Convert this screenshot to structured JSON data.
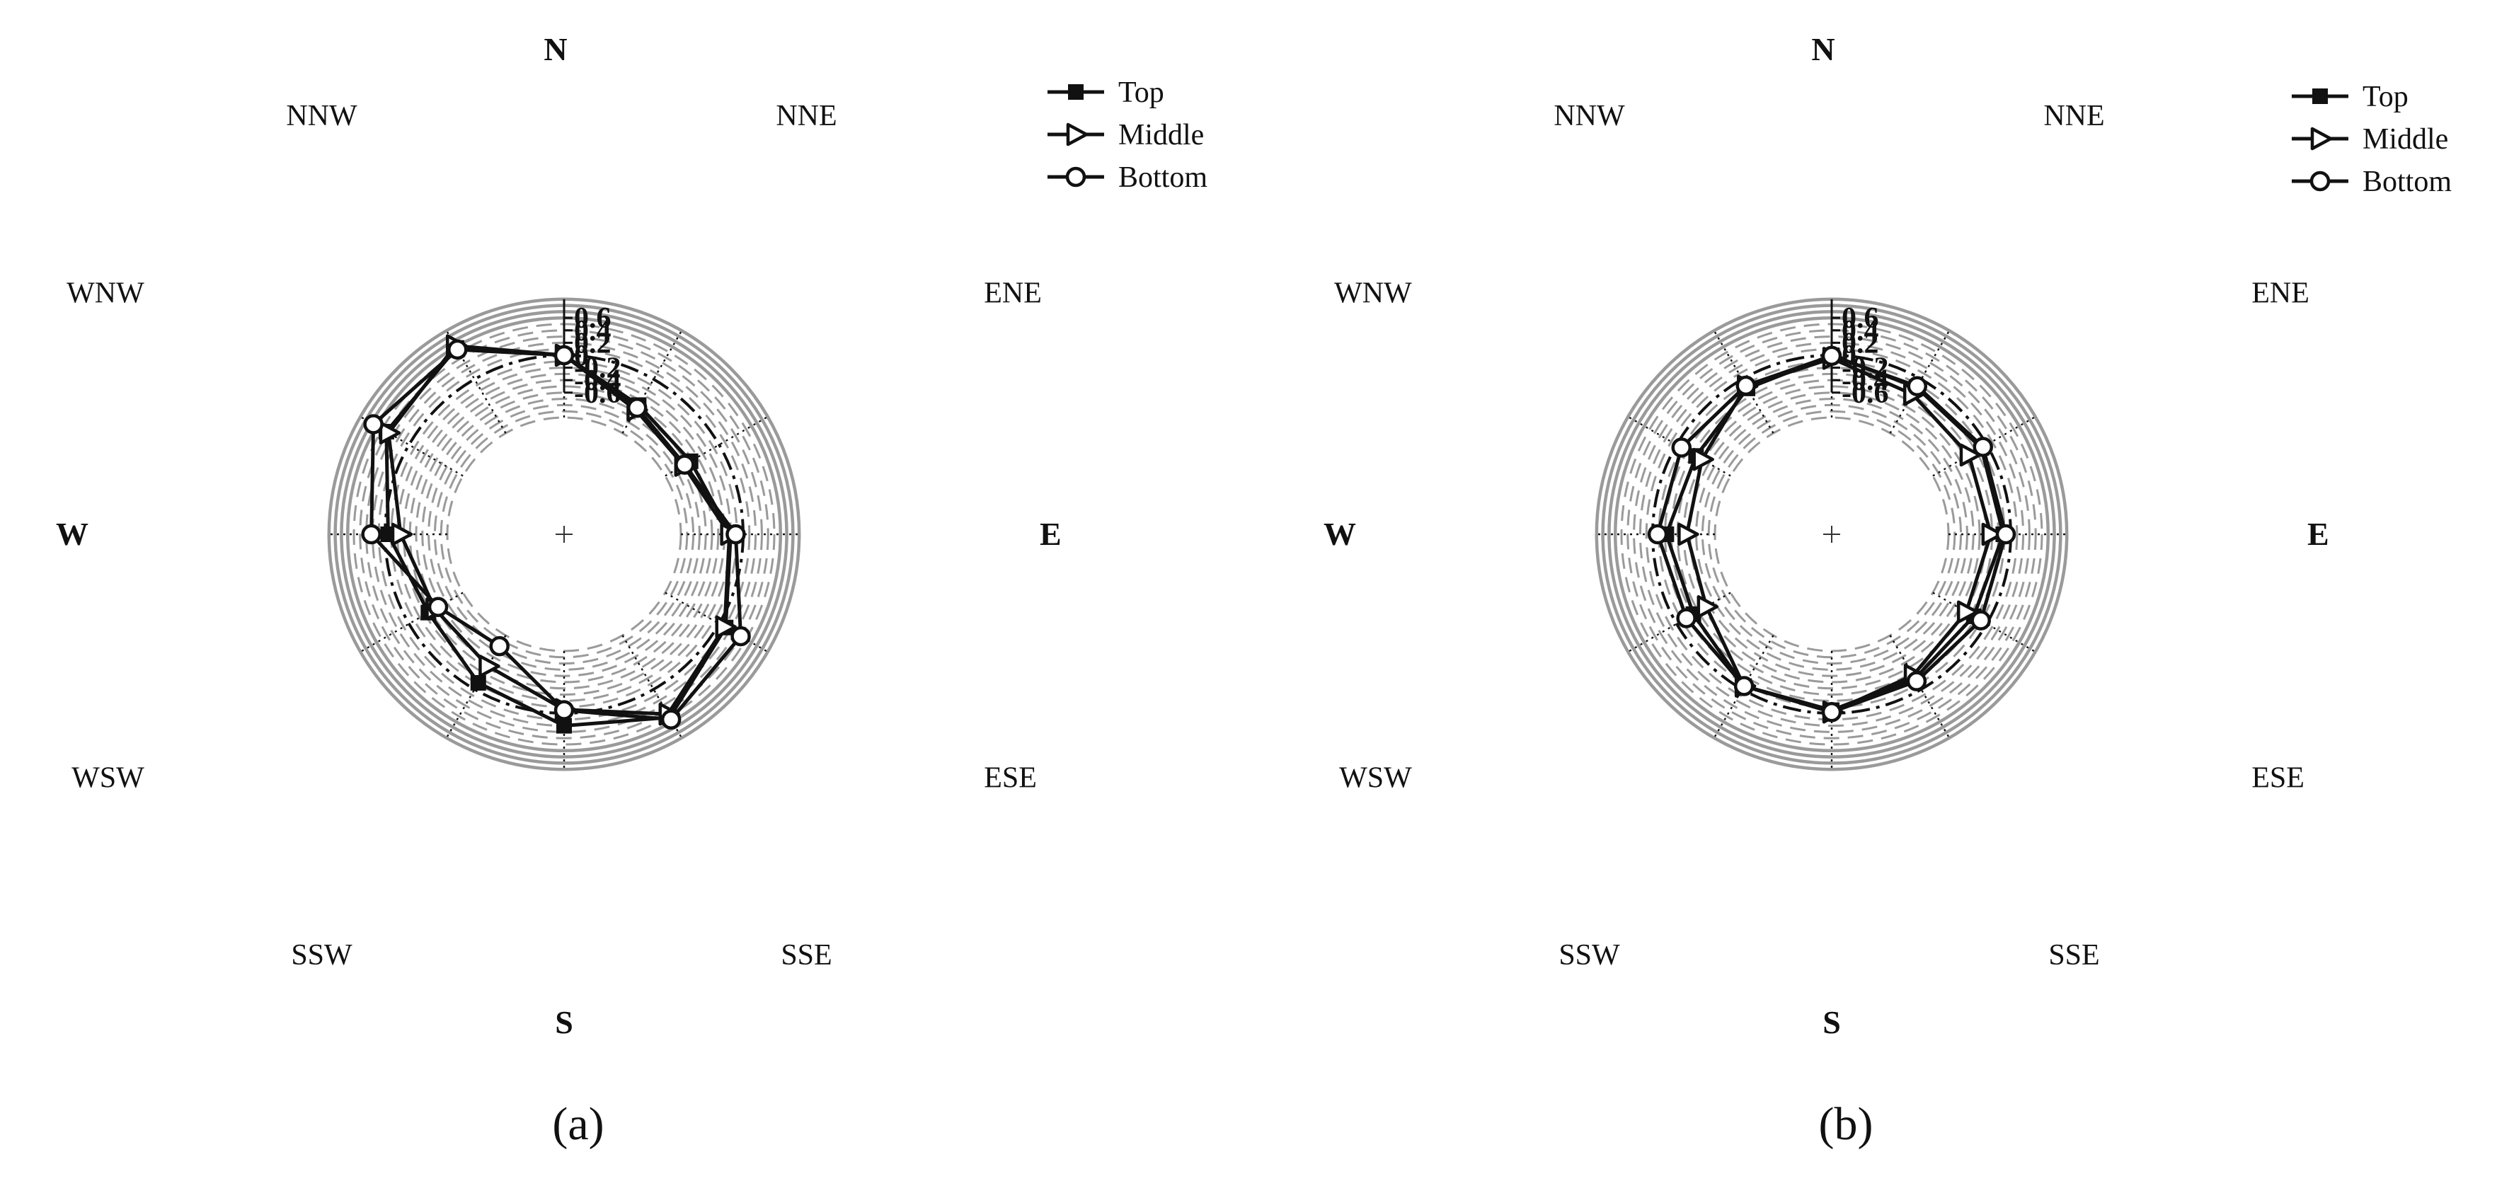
{
  "chart_data": [
    {
      "type": "radar",
      "panel_label": "(a)",
      "directions": [
        "N",
        "NNE",
        "ENE",
        "E",
        "ESE",
        "SSE",
        "S",
        "SSW",
        "WSW",
        "W",
        "WNW",
        "NNW"
      ],
      "angles_deg": [
        0,
        30,
        60,
        90,
        120,
        150,
        180,
        210,
        240,
        270,
        300,
        330
      ],
      "radial_ticks": [
        "0.6",
        "0.4",
        "0.2",
        "0",
        "-0.2",
        "-0.4",
        "-0.6"
      ],
      "rlim": [
        -1.0,
        0.9
      ],
      "dashdot_ring": 0,
      "grid": "dashed rings every 0.1; solid outer rings at 0.6, 0.7, 0.8, 0.9",
      "legend": "top-right",
      "series": [
        {
          "name": "Top",
          "marker": "square",
          "values": [
            0.0,
            -0.48,
            -0.53,
            -0.2,
            0.12,
            0.52,
            0.2,
            -0.12,
            -0.36,
            -0.05,
            0.42,
            0.58
          ]
        },
        {
          "name": "Middle",
          "marker": "triangle",
          "values": [
            0.0,
            -0.57,
            -0.66,
            -0.22,
            0.1,
            0.46,
            -0.06,
            -0.43,
            -0.48,
            -0.25,
            0.38,
            0.62
          ]
        },
        {
          "name": "Bottom",
          "marker": "circle",
          "values": [
            0.0,
            -0.53,
            -0.64,
            -0.12,
            0.4,
            0.56,
            -0.05,
            -0.8,
            -0.54,
            0.22,
            0.66,
            0.55
          ]
        }
      ]
    },
    {
      "type": "radar",
      "panel_label": "(b)",
      "directions": [
        "N",
        "NNE",
        "ENE",
        "E",
        "ESE",
        "SSE",
        "S",
        "SSW",
        "WSW",
        "W",
        "WNW",
        "NNW"
      ],
      "angles_deg": [
        0,
        30,
        60,
        90,
        120,
        150,
        180,
        210,
        240,
        270,
        300,
        330
      ],
      "radial_ticks": [
        "0.6",
        "0.4",
        "0.2",
        "0",
        "-0.2",
        "-0.4",
        "-0.6"
      ],
      "rlim": [
        -1.0,
        0.9
      ],
      "dashdot_ring": 0,
      "grid": "dashed rings every 0.1; solid outer rings at 0.6, 0.7, 0.8, 0.9",
      "legend": "top-right",
      "series": [
        {
          "name": "Top",
          "marker": "square",
          "values": [
            0.0,
            -0.15,
            -0.1,
            -0.12,
            -0.24,
            -0.2,
            -0.05,
            -0.06,
            -0.31,
            -0.22,
            -0.36,
            -0.17
          ]
        },
        {
          "name": "Middle",
          "marker": "triangle",
          "values": [
            -0.05,
            -0.28,
            -0.33,
            -0.32,
            -0.38,
            -0.26,
            -0.02,
            -0.06,
            -0.55,
            -0.55,
            -0.47,
            -0.13
          ]
        },
        {
          "name": "Bottom",
          "marker": "circle",
          "values": [
            -0.01,
            -0.13,
            -0.07,
            -0.08,
            -0.11,
            -0.15,
            -0.02,
            -0.06,
            -0.18,
            -0.08,
            -0.09,
            -0.12
          ]
        }
      ]
    }
  ]
}
